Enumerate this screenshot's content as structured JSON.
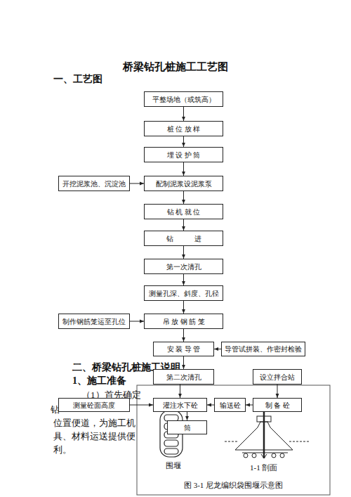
{
  "diagram": {
    "title": "桥梁钻孔桩施工工艺图",
    "caption": "图 3-1 尼龙编织袋围堰示意图",
    "nodes": [
      {
        "text": [
          "平整场地（或筑高）"
        ]
      },
      {
        "text": [
          "桩 位 放 样"
        ]
      },
      {
        "text": [
          "埋 设 护 筒"
        ]
      },
      {
        "text": [
          "开挖泥浆池、沉淀池"
        ]
      },
      {
        "text": [
          "配制泥浆设泥浆泵"
        ]
      },
      {
        "text": [
          "钻 机 就 位"
        ]
      },
      {
        "text": [
          "钻　　　进"
        ]
      },
      {
        "text": [
          "第一次清孔"
        ]
      },
      {
        "text": [
          "测量孔深、斜度、孔径"
        ]
      },
      {
        "text": [
          "制作钢筋笼运至孔位"
        ]
      },
      {
        "text": [
          "吊 放 钢 筋 笼"
        ]
      },
      {
        "text": [
          "安 装 导 管"
        ]
      },
      {
        "text": [
          "导管试拼装、作密封检验"
        ]
      },
      {
        "text": [
          "第二次清孔"
        ]
      },
      {
        "text": [
          "设立拌合站"
        ]
      },
      {
        "text": [
          "测量砼面高度"
        ]
      },
      {
        "text": [
          "灌注水下砼"
        ]
      },
      {
        "text": [
          "输送砼"
        ]
      },
      {
        "text": [
          "制 备 砼"
        ]
      },
      {
        "text": [
          "筒"
        ]
      }
    ],
    "edges": [
      {
        "from": 0,
        "to": 1,
        "arrow": "to"
      },
      {
        "from": 1,
        "to": 2,
        "arrow": "to"
      },
      {
        "from": 2,
        "to": 4,
        "arrow": "to"
      },
      {
        "from": 3,
        "to": 4,
        "arrow": "to"
      },
      {
        "from": 4,
        "to": 5,
        "arrow": "to"
      },
      {
        "from": 5,
        "to": 6,
        "arrow": "to"
      },
      {
        "from": 6,
        "to": 7,
        "arrow": "to"
      },
      {
        "from": 7,
        "to": 8,
        "arrow": "to"
      },
      {
        "from": 8,
        "to": 10,
        "arrow": "to"
      },
      {
        "from": 9,
        "to": 10,
        "arrow": "to"
      },
      {
        "from": 10,
        "to": 11,
        "arrow": "to"
      },
      {
        "from": 12,
        "to": 11,
        "arrow": "to"
      },
      {
        "from": 11,
        "to": 13,
        "arrow": "to"
      },
      {
        "from": 13,
        "to": 16,
        "arrow": "to"
      },
      {
        "from": 14,
        "to": 18,
        "arrow": "to"
      },
      {
        "from": 18,
        "to": 17,
        "arrow": "to"
      },
      {
        "from": 17,
        "to": 16,
        "arrow": "to"
      },
      {
        "from": 15,
        "to": 16,
        "arrow": "to"
      },
      {
        "from": 16,
        "to": 19,
        "arrow": "to"
      }
    ],
    "labels": [
      "一、工艺图",
      "二、桥梁钻孔桩施工说明",
      "1、施工准备",
      "（1）首先确定",
      "钻",
      "位置便道，为施工机",
      "具、材料运送提供便",
      "利。",
      "围堰",
      "1-1 剖面"
    ]
  }
}
